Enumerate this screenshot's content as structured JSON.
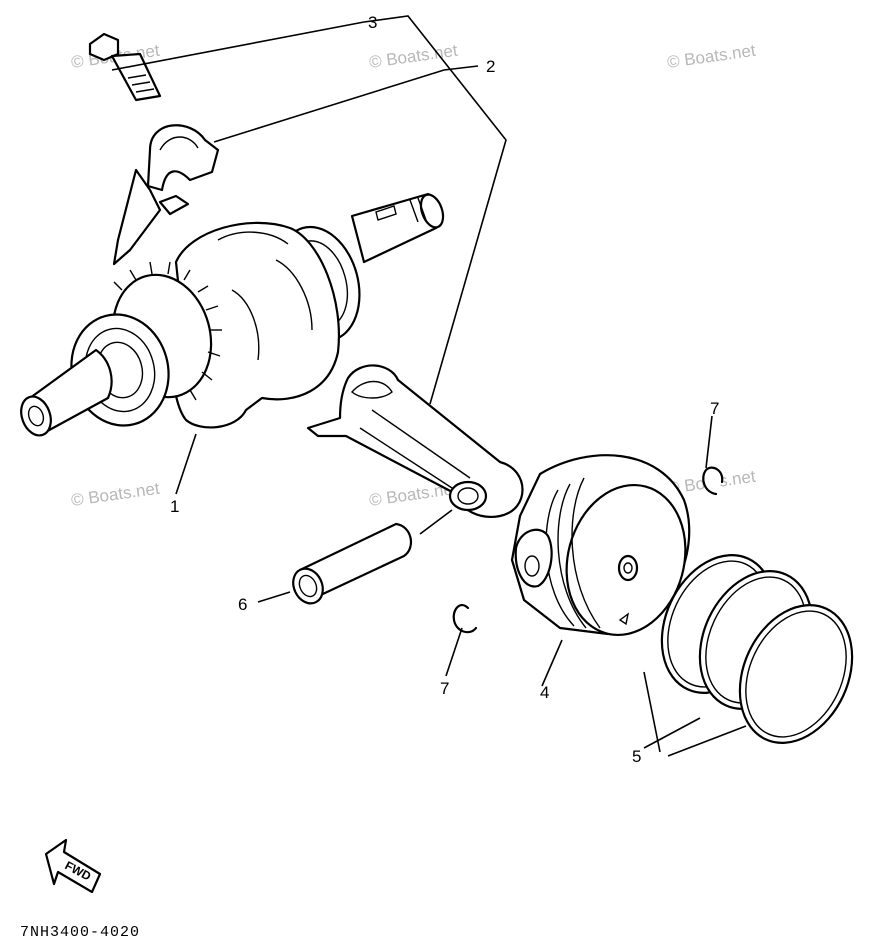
{
  "watermarks": [
    "© Boats.net",
    "© Boats.net",
    "© Boats.net",
    "© Boats.net",
    "© Boats.net",
    "© Boats.net"
  ],
  "callouts": {
    "crankshaft": "1",
    "bearing_cap": "2",
    "bolt": "3",
    "piston": "4",
    "piston_rings": "5",
    "piston_pin": "6",
    "clip_right": "7",
    "clip_left": "7"
  },
  "fwd_label": "FWD",
  "drawing_code": "7NH3400-4020",
  "colors": {
    "line": "#000000",
    "background": "#ffffff",
    "watermark": "#b8b8b8"
  }
}
